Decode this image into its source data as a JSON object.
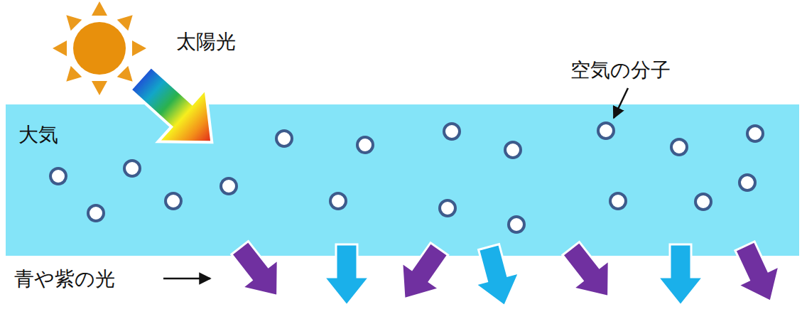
{
  "diagram": {
    "nodes": [
      {
        "text": [
          "大気"
        ]
      }
    ],
    "labels": [
      "太陽光",
      "空気の分子",
      "青や紫の光"
    ]
  }
}
